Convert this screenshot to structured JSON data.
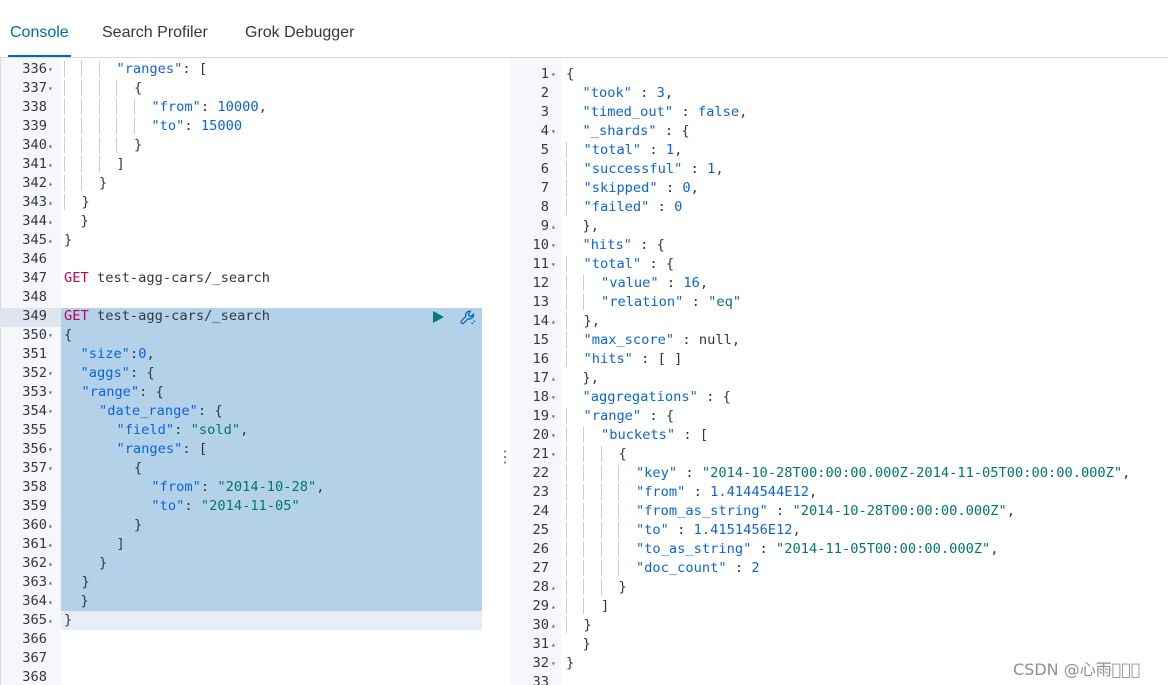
{
  "top_strip_text": "",
  "tabs": [
    {
      "label": "Console",
      "active": true
    },
    {
      "label": "Search Profiler",
      "active": false
    },
    {
      "label": "Grok Debugger",
      "active": false
    }
  ],
  "colors": {
    "accent": "#006bb8",
    "selection": "#b3d1e8",
    "keyword": "#0b64dd",
    "string": "#00786a",
    "method": "#c6005c",
    "run": "#017d73"
  },
  "icons": {
    "run": "play-icon",
    "settings": "wrench-icon",
    "resize": "vertical-dots-icon"
  },
  "request_editor": {
    "active_line": 349,
    "selected_lines": [
      349,
      365
    ],
    "lines": [
      {
        "n": "336",
        "fold": "▾",
        "guides": 3,
        "tokens": [
          [
            "k",
            "\"ranges\""
          ],
          [
            "p",
            ": ["
          ]
        ]
      },
      {
        "n": "337",
        "fold": "▾",
        "guides": 4,
        "tokens": [
          [
            "p",
            "{"
          ]
        ]
      },
      {
        "n": "338",
        "fold": "",
        "guides": 5,
        "tokens": [
          [
            "k",
            "\"from\""
          ],
          [
            "p",
            ": "
          ],
          [
            "n",
            "10000"
          ],
          [
            "p",
            ","
          ]
        ]
      },
      {
        "n": "339",
        "fold": "",
        "guides": 5,
        "tokens": [
          [
            "k",
            "\"to\""
          ],
          [
            "p",
            ": "
          ],
          [
            "n",
            "15000"
          ]
        ]
      },
      {
        "n": "340",
        "fold": "▴",
        "guides": 4,
        "tokens": [
          [
            "p",
            "}"
          ]
        ]
      },
      {
        "n": "341",
        "fold": "▴",
        "guides": 3,
        "tokens": [
          [
            "p",
            "]"
          ]
        ]
      },
      {
        "n": "342",
        "fold": "▴",
        "guides": 2,
        "tokens": [
          [
            "p",
            "}"
          ]
        ]
      },
      {
        "n": "343",
        "fold": "▴",
        "guides": 1,
        "tokens": [
          [
            "p",
            "}"
          ]
        ]
      },
      {
        "n": "344",
        "fold": "▴",
        "guides": 0,
        "indent": 1,
        "tokens": [
          [
            "p",
            "}"
          ]
        ]
      },
      {
        "n": "345",
        "fold": "▴",
        "guides": 0,
        "tokens": [
          [
            "p",
            "}"
          ]
        ]
      },
      {
        "n": "346",
        "fold": "",
        "guides": 0,
        "tokens": []
      },
      {
        "n": "347",
        "fold": "",
        "guides": 0,
        "tokens": [
          [
            "m",
            "GET"
          ],
          [
            "t",
            " test-agg-cars/_search"
          ]
        ]
      },
      {
        "n": "348",
        "fold": "",
        "guides": 0,
        "tokens": []
      },
      {
        "n": "349",
        "fold": "",
        "guides": 0,
        "tokens": [
          [
            "m",
            "GET"
          ],
          [
            "t",
            " test-agg-cars/_search"
          ]
        ]
      },
      {
        "n": "350",
        "fold": "▾",
        "guides": 0,
        "tokens": [
          [
            "p",
            "{"
          ]
        ]
      },
      {
        "n": "351",
        "fold": "",
        "guides": 0,
        "indent": 1,
        "tokens": [
          [
            "k",
            "\"size\""
          ],
          [
            "p",
            ":"
          ],
          [
            "n",
            "0"
          ],
          [
            "p",
            ","
          ]
        ]
      },
      {
        "n": "352",
        "fold": "▾",
        "guides": 0,
        "indent": 1,
        "tokens": [
          [
            "k",
            "\"aggs\""
          ],
          [
            "p",
            ": {"
          ]
        ]
      },
      {
        "n": "353",
        "fold": "▾",
        "guides": 1,
        "tokens": [
          [
            "k",
            "\"range\""
          ],
          [
            "p",
            ": {"
          ]
        ]
      },
      {
        "n": "354",
        "fold": "▾",
        "guides": 2,
        "tokens": [
          [
            "k",
            "\"date_range\""
          ],
          [
            "p",
            ": {"
          ]
        ]
      },
      {
        "n": "355",
        "fold": "",
        "guides": 3,
        "tokens": [
          [
            "k",
            "\"field\""
          ],
          [
            "p",
            ": "
          ],
          [
            "s",
            "\"sold\""
          ],
          [
            "p",
            ","
          ]
        ]
      },
      {
        "n": "356",
        "fold": "▾",
        "guides": 3,
        "tokens": [
          [
            "k",
            "\"ranges\""
          ],
          [
            "p",
            ": ["
          ]
        ]
      },
      {
        "n": "357",
        "fold": "▾",
        "guides": 4,
        "tokens": [
          [
            "p",
            "{"
          ]
        ]
      },
      {
        "n": "358",
        "fold": "",
        "guides": 5,
        "tokens": [
          [
            "k",
            "\"from\""
          ],
          [
            "p",
            ": "
          ],
          [
            "s",
            "\"2014-10-28\""
          ],
          [
            "p",
            ","
          ]
        ]
      },
      {
        "n": "359",
        "fold": "",
        "guides": 5,
        "tokens": [
          [
            "k",
            "\"to\""
          ],
          [
            "p",
            ": "
          ],
          [
            "s",
            "\"2014-11-05\""
          ]
        ]
      },
      {
        "n": "360",
        "fold": "▴",
        "guides": 4,
        "tokens": [
          [
            "p",
            "}"
          ]
        ]
      },
      {
        "n": "361",
        "fold": "▴",
        "guides": 3,
        "tokens": [
          [
            "p",
            "]"
          ]
        ]
      },
      {
        "n": "362",
        "fold": "▴",
        "guides": 2,
        "tokens": [
          [
            "p",
            "}"
          ]
        ]
      },
      {
        "n": "363",
        "fold": "▴",
        "guides": 1,
        "tokens": [
          [
            "p",
            "}"
          ]
        ]
      },
      {
        "n": "364",
        "fold": "▴",
        "guides": 0,
        "indent": 1,
        "tokens": [
          [
            "p",
            "}"
          ]
        ]
      },
      {
        "n": "365",
        "fold": "▴",
        "guides": 0,
        "tokens": [
          [
            "p",
            "}"
          ]
        ]
      },
      {
        "n": "366",
        "fold": "",
        "guides": 0,
        "tokens": []
      },
      {
        "n": "367",
        "fold": "",
        "guides": 0,
        "tokens": []
      },
      {
        "n": "368",
        "fold": "",
        "guides": 0,
        "tokens": []
      }
    ]
  },
  "response_viewer": {
    "lines": [
      {
        "n": "1",
        "fold": "▾",
        "guides": 0,
        "tokens": [
          [
            "p",
            "{"
          ]
        ]
      },
      {
        "n": "2",
        "fold": "",
        "guides": 0,
        "indent": 1,
        "tokens": [
          [
            "k",
            "\"took\""
          ],
          [
            "p",
            " : "
          ],
          [
            "n",
            "3"
          ],
          [
            "p",
            ","
          ]
        ]
      },
      {
        "n": "3",
        "fold": "",
        "guides": 0,
        "indent": 1,
        "tokens": [
          [
            "k",
            "\"timed_out\""
          ],
          [
            "p",
            " : "
          ],
          [
            "b",
            "false"
          ],
          [
            "p",
            ","
          ]
        ]
      },
      {
        "n": "4",
        "fold": "▾",
        "guides": 0,
        "indent": 1,
        "tokens": [
          [
            "k",
            "\"_shards\""
          ],
          [
            "p",
            " : {"
          ]
        ]
      },
      {
        "n": "5",
        "fold": "",
        "guides": 1,
        "tokens": [
          [
            "k",
            "\"total\""
          ],
          [
            "p",
            " : "
          ],
          [
            "n",
            "1"
          ],
          [
            "p",
            ","
          ]
        ]
      },
      {
        "n": "6",
        "fold": "",
        "guides": 1,
        "tokens": [
          [
            "k",
            "\"successful\""
          ],
          [
            "p",
            " : "
          ],
          [
            "n",
            "1"
          ],
          [
            "p",
            ","
          ]
        ]
      },
      {
        "n": "7",
        "fold": "",
        "guides": 1,
        "tokens": [
          [
            "k",
            "\"skipped\""
          ],
          [
            "p",
            " : "
          ],
          [
            "n",
            "0"
          ],
          [
            "p",
            ","
          ]
        ]
      },
      {
        "n": "8",
        "fold": "",
        "guides": 1,
        "tokens": [
          [
            "k",
            "\"failed\""
          ],
          [
            "p",
            " : "
          ],
          [
            "n",
            "0"
          ]
        ]
      },
      {
        "n": "9",
        "fold": "▴",
        "guides": 0,
        "indent": 1,
        "tokens": [
          [
            "p",
            "},"
          ]
        ]
      },
      {
        "n": "10",
        "fold": "▾",
        "guides": 0,
        "indent": 1,
        "tokens": [
          [
            "k",
            "\"hits\""
          ],
          [
            "p",
            " : {"
          ]
        ]
      },
      {
        "n": "11",
        "fold": "▾",
        "guides": 1,
        "tokens": [
          [
            "k",
            "\"total\""
          ],
          [
            "p",
            " : {"
          ]
        ]
      },
      {
        "n": "12",
        "fold": "",
        "guides": 2,
        "tokens": [
          [
            "k",
            "\"value\""
          ],
          [
            "p",
            " : "
          ],
          [
            "n",
            "16"
          ],
          [
            "p",
            ","
          ]
        ]
      },
      {
        "n": "13",
        "fold": "",
        "guides": 2,
        "tokens": [
          [
            "k",
            "\"relation\""
          ],
          [
            "p",
            " : "
          ],
          [
            "s",
            "\"eq\""
          ]
        ]
      },
      {
        "n": "14",
        "fold": "▴",
        "guides": 1,
        "tokens": [
          [
            "p",
            "},"
          ]
        ]
      },
      {
        "n": "15",
        "fold": "",
        "guides": 1,
        "tokens": [
          [
            "k",
            "\"max_score\""
          ],
          [
            "p",
            " : null,"
          ]
        ]
      },
      {
        "n": "16",
        "fold": "",
        "guides": 1,
        "tokens": [
          [
            "k",
            "\"hits\""
          ],
          [
            "p",
            " : [ ]"
          ]
        ]
      },
      {
        "n": "17",
        "fold": "▴",
        "guides": 0,
        "indent": 1,
        "tokens": [
          [
            "p",
            "},"
          ]
        ]
      },
      {
        "n": "18",
        "fold": "▾",
        "guides": 0,
        "indent": 1,
        "tokens": [
          [
            "k",
            "\"aggregations\""
          ],
          [
            "p",
            " : {"
          ]
        ]
      },
      {
        "n": "19",
        "fold": "▾",
        "guides": 1,
        "tokens": [
          [
            "k",
            "\"range\""
          ],
          [
            "p",
            " : {"
          ]
        ]
      },
      {
        "n": "20",
        "fold": "▾",
        "guides": 2,
        "tokens": [
          [
            "k",
            "\"buckets\""
          ],
          [
            "p",
            " : ["
          ]
        ]
      },
      {
        "n": "21",
        "fold": "▾",
        "guides": 3,
        "tokens": [
          [
            "p",
            "{"
          ]
        ]
      },
      {
        "n": "22",
        "fold": "",
        "guides": 4,
        "tokens": [
          [
            "k",
            "\"key\""
          ],
          [
            "p",
            " : "
          ],
          [
            "s",
            "\"2014-10-28T00:00:00.000Z-2014-11-05T00:00:00.000Z\""
          ],
          [
            "p",
            ","
          ]
        ]
      },
      {
        "n": "23",
        "fold": "",
        "guides": 4,
        "tokens": [
          [
            "k",
            "\"from\""
          ],
          [
            "p",
            " : "
          ],
          [
            "n",
            "1.4144544E12"
          ],
          [
            "p",
            ","
          ]
        ]
      },
      {
        "n": "24",
        "fold": "",
        "guides": 4,
        "tokens": [
          [
            "k",
            "\"from_as_string\""
          ],
          [
            "p",
            " : "
          ],
          [
            "s",
            "\"2014-10-28T00:00:00.000Z\""
          ],
          [
            "p",
            ","
          ]
        ]
      },
      {
        "n": "25",
        "fold": "",
        "guides": 4,
        "tokens": [
          [
            "k",
            "\"to\""
          ],
          [
            "p",
            " : "
          ],
          [
            "n",
            "1.4151456E12"
          ],
          [
            "p",
            ","
          ]
        ]
      },
      {
        "n": "26",
        "fold": "",
        "guides": 4,
        "tokens": [
          [
            "k",
            "\"to_as_string\""
          ],
          [
            "p",
            " : "
          ],
          [
            "s",
            "\"2014-11-05T00:00:00.000Z\""
          ],
          [
            "p",
            ","
          ]
        ]
      },
      {
        "n": "27",
        "fold": "",
        "guides": 4,
        "tokens": [
          [
            "k",
            "\"doc_count\""
          ],
          [
            "p",
            " : "
          ],
          [
            "n",
            "2"
          ]
        ]
      },
      {
        "n": "28",
        "fold": "▴",
        "guides": 3,
        "tokens": [
          [
            "p",
            "}"
          ]
        ]
      },
      {
        "n": "29",
        "fold": "▴",
        "guides": 2,
        "tokens": [
          [
            "p",
            "]"
          ]
        ]
      },
      {
        "n": "30",
        "fold": "▴",
        "guides": 1,
        "tokens": [
          [
            "p",
            "}"
          ]
        ]
      },
      {
        "n": "31",
        "fold": "▴",
        "guides": 0,
        "indent": 1,
        "tokens": [
          [
            "p",
            "}"
          ]
        ]
      },
      {
        "n": "32",
        "fold": "▾",
        "guides": 0,
        "tokens": [
          [
            "p",
            "}"
          ]
        ]
      },
      {
        "n": "33",
        "fold": "",
        "guides": 0,
        "tokens": []
      }
    ]
  },
  "watermark": "CSDN @心雨\u0000\u0000\u0000"
}
